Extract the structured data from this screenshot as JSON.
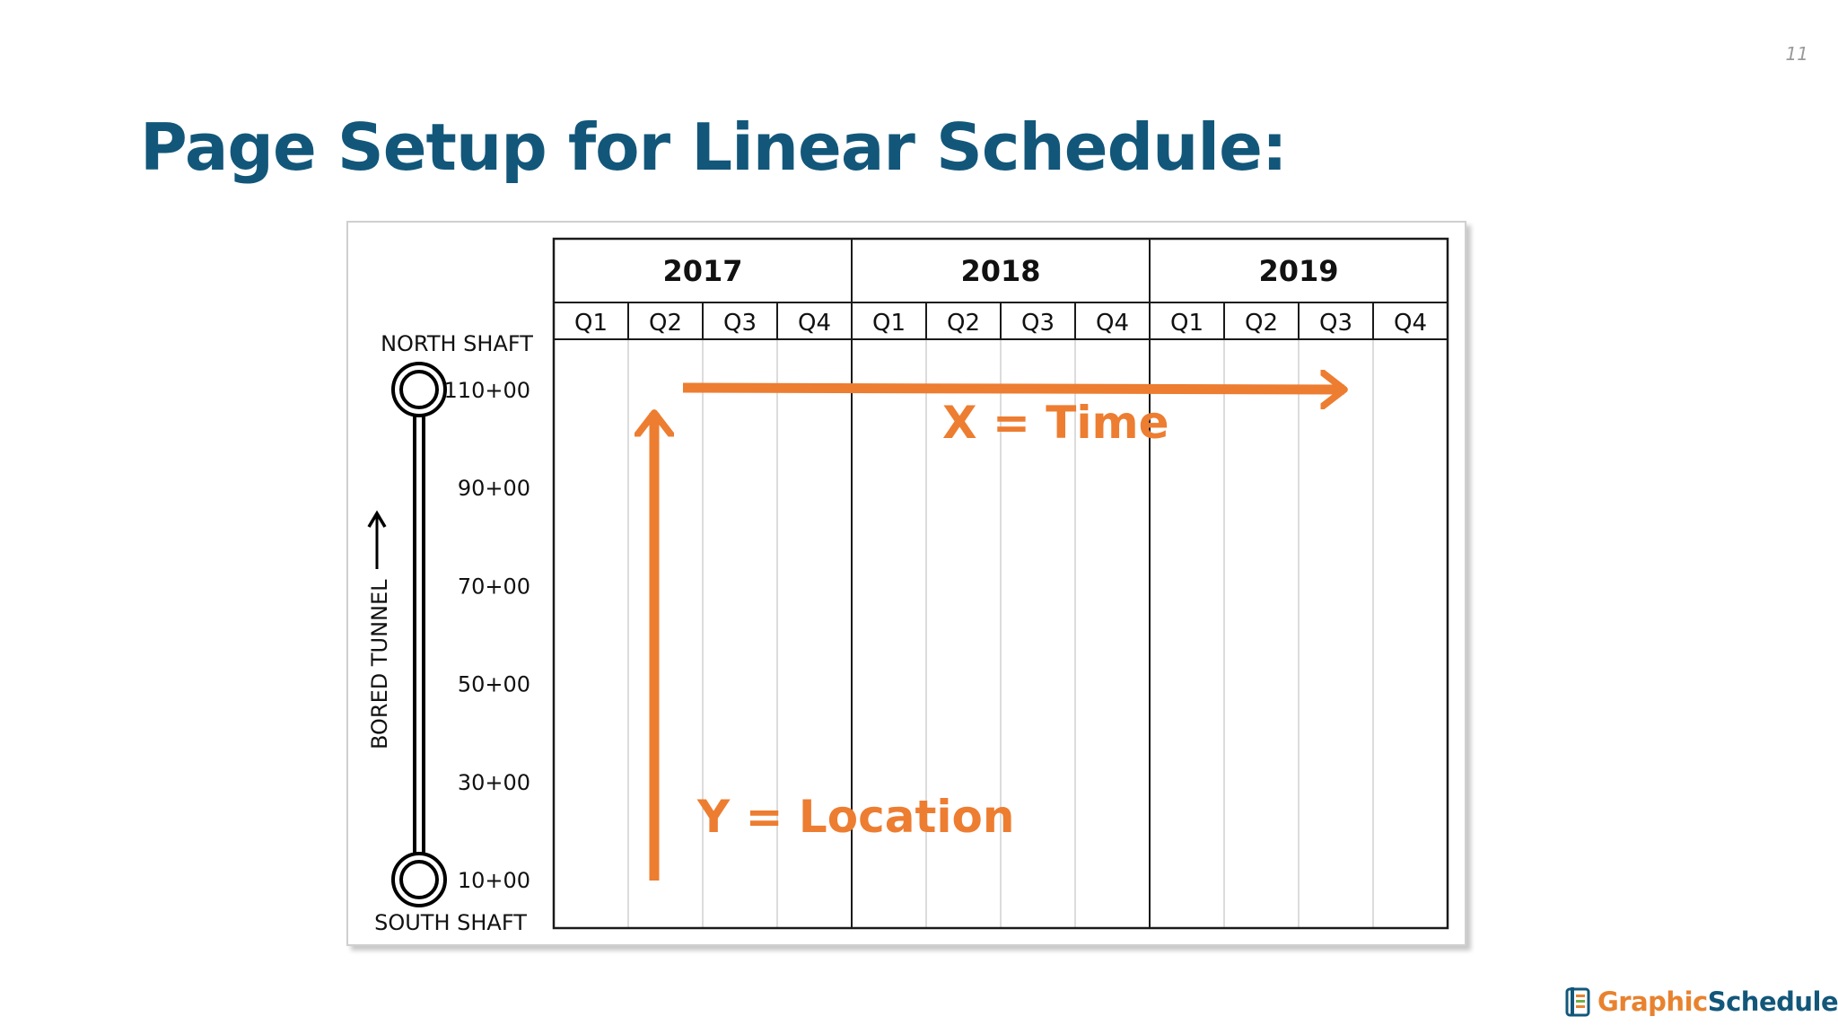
{
  "page_number": "11",
  "title": "Page Setup for Linear Schedule:",
  "diagram": {
    "years": [
      "2017",
      "2018",
      "2019"
    ],
    "quarters": [
      "Q1",
      "Q2",
      "Q3",
      "Q4"
    ],
    "north_shaft_label": "NORTH SHAFT",
    "south_shaft_label": "SOUTH SHAFT",
    "tunnel_label": "BORED TUNNEL",
    "stations": [
      "110+00",
      "90+00",
      "70+00",
      "50+00",
      "30+00",
      "10+00"
    ],
    "x_axis_annotation": "X = Time",
    "y_axis_annotation": "Y = Location",
    "colors": {
      "arrow": "#ed7d31",
      "title": "#12577a",
      "grid": "#1a1a1a"
    }
  },
  "logo": {
    "part1": "Graphic",
    "part2": "Schedule"
  }
}
